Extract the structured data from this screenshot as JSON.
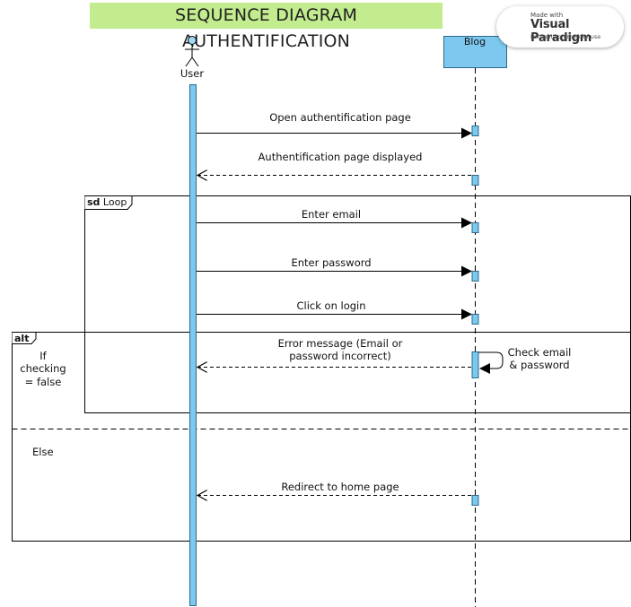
{
  "title": "SEQUENCE DIAGRAM AUTHENTIFICATION",
  "participants": [
    {
      "name": "User",
      "kind": "actor"
    },
    {
      "name": "Blog",
      "kind": "object"
    }
  ],
  "messages": [
    {
      "text": "Open authentification page",
      "type": "sync"
    },
    {
      "text": "Authentification page displayed",
      "type": "reply"
    },
    {
      "text": "Enter email",
      "type": "sync"
    },
    {
      "text": "Enter password",
      "type": "sync"
    },
    {
      "text": "Click on login",
      "type": "sync"
    },
    {
      "text": "Error message (Email or",
      "text2": "password incorrect)",
      "type": "reply"
    },
    {
      "text": "Redirect to home page",
      "type": "reply"
    }
  ],
  "self_message": {
    "line1": "Check email",
    "line2": "& password"
  },
  "frames": {
    "loop": {
      "keyword": "sd",
      "label": "Loop"
    },
    "alt": {
      "keyword": "alt"
    }
  },
  "guards": {
    "if": {
      "line1": "If",
      "line2": "checking",
      "line3": "= false"
    },
    "else": "Else"
  },
  "badge": {
    "made_with": "Made with",
    "product": "Visual Paradigm",
    "license": "For non-commercial use"
  },
  "colors": {
    "title_bg": "#c2ec8d",
    "lifeline_fill": "#7ec8f0",
    "lifeline_stroke": "#2a6a8a",
    "line": "#000000",
    "badge_logo": "#e53935"
  }
}
